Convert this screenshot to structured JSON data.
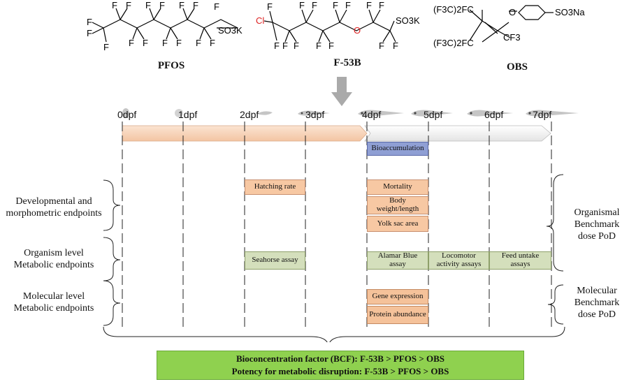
{
  "chemicals": {
    "pfos": {
      "name": "PFOS",
      "atoms": {
        "f": "F",
        "so3k": "SO3K"
      }
    },
    "f53b": {
      "name": "F-53B",
      "atoms": {
        "cl": "Cl",
        "o": "O",
        "f": "F",
        "so3k": "SO3K"
      }
    },
    "obs": {
      "name": "OBS",
      "atoms": {
        "cf_top": "(F3C)2FC",
        "cf_bottom": "(F3C)2FC",
        "cf3": "CF3",
        "o": "O",
        "so3na": "SO3Na"
      }
    }
  },
  "timeline": {
    "days": [
      "0dpf",
      "1dpf",
      "2dpf",
      "3dpf",
      "4dpf",
      "5dpf",
      "6dpf",
      "7dpf"
    ],
    "colors": {
      "exposure_phase": "#f8d7bf",
      "post_phase": "#efefef"
    }
  },
  "assays": {
    "bioaccumulation": "Bioaccumulation",
    "hatching_rate": "Hatching rate",
    "mortality": "Mortality",
    "body_weight": "Body weight/length",
    "yolk_sac": "Yolk sac area",
    "seahorse": "Seahorse assay",
    "alamar_blue": "Alamar Blue assay",
    "locomotor": "Locomotor activity assays",
    "feed_uptake": "Feed untake assays",
    "gene_expression": "Gene expression",
    "protein_abundance": "Protein abundance"
  },
  "left_labels": {
    "developmental": "Developmental and morphometric endpoints",
    "organism": "Organism level Metabolic endpoints",
    "molecular": "Molecular level Metabolic endpoints"
  },
  "right_labels": {
    "organismal": "Organismal Benchmark dose PoD",
    "molecular": "Molecular Benchmark dose PoD"
  },
  "summary": {
    "line1": "Bioconcentration factor (BCF): F-53B > PFOS > OBS",
    "line2": "Potency for metabolic disruption: F-53B > PFOS > OBS"
  }
}
